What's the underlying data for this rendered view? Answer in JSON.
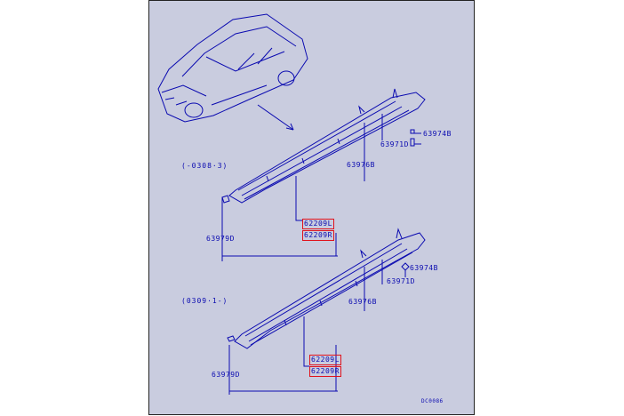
{
  "sections": {
    "upper": "(-0308·3)",
    "lower": "(0309·1-)"
  },
  "parts": {
    "upper": {
      "p63974b": "63974B",
      "p63971d": "63971D",
      "p63976b": "63976B",
      "p63979d": "63979D",
      "p62209l": "62209L",
      "p62209r": "62209R"
    },
    "lower": {
      "p63974b": "63974B",
      "p63971d": "63971D",
      "p63976b": "63976B",
      "p63979d": "63979D",
      "p62209l": "62209L",
      "p62209r": "62209R"
    }
  },
  "diagram_code": "DC0086",
  "colors": {
    "background": "#c9ccdf",
    "ink": "#0a0ab0",
    "highlight": "#e0121c"
  }
}
